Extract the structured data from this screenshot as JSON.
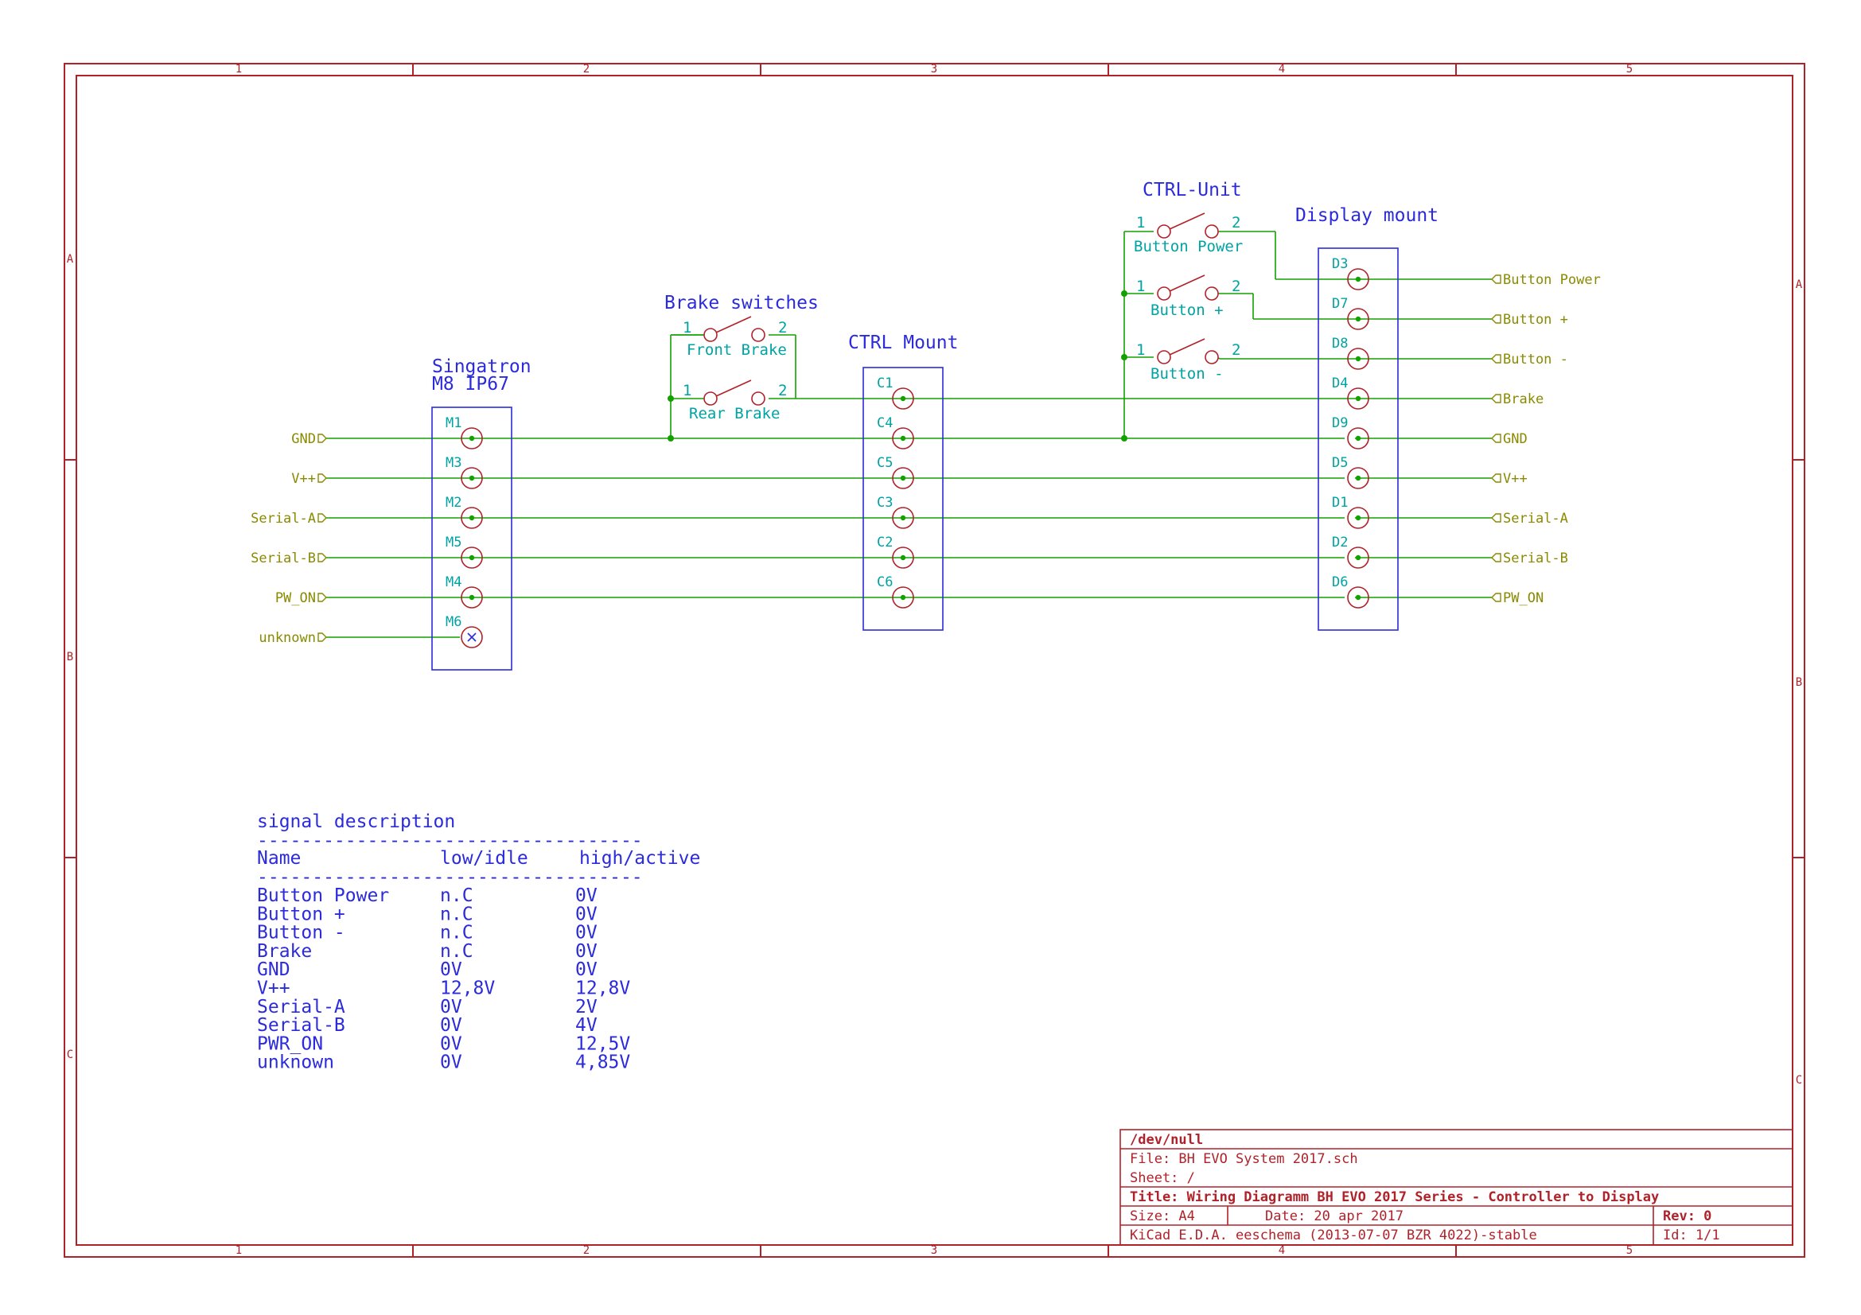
{
  "zones": {
    "columns": [
      "1",
      "2",
      "3",
      "4",
      "5"
    ],
    "rows": [
      "A",
      "B",
      "C"
    ]
  },
  "connectors": {
    "singatron": {
      "title_line1": "Singatron",
      "title_line2": "M8 IP67",
      "pins": [
        "M1",
        "M3",
        "M2",
        "M5",
        "M4",
        "M6"
      ]
    },
    "ctrl_mount": {
      "title": "CTRL Mount",
      "pins": [
        "C1",
        "C4",
        "C5",
        "C3",
        "C2",
        "C6"
      ]
    },
    "display_mount": {
      "title": "Display mount",
      "pins": [
        "D3",
        "D7",
        "D8",
        "D4",
        "D9",
        "D5",
        "D1",
        "D2",
        "D6"
      ]
    }
  },
  "brake_switches": {
    "title": "Brake switches",
    "front": {
      "label": "Front Brake",
      "pin1": "1",
      "pin2": "2"
    },
    "rear": {
      "label": "Rear Brake",
      "pin1": "1",
      "pin2": "2"
    }
  },
  "ctrl_unit": {
    "title": "CTRL-Unit",
    "power": {
      "label": "Button Power",
      "pin1": "1",
      "pin2": "2"
    },
    "plus": {
      "label": "Button +",
      "pin1": "1",
      "pin2": "2"
    },
    "minus": {
      "label": "Button -",
      "pin1": "1",
      "pin2": "2"
    }
  },
  "left_ports": [
    "GND",
    "V++",
    "Serial-A",
    "Serial-B",
    "PW_ON",
    "unknown"
  ],
  "right_ports": [
    "Button Power",
    "Button +",
    "Button -",
    "Brake",
    "GND",
    "V++",
    "Serial-A",
    "Serial-B",
    "PW_ON"
  ],
  "signal_table": {
    "title": "signal description",
    "separator": "-----------------------------------",
    "headers": [
      "Name",
      "low/idle",
      "high/active"
    ],
    "rows": [
      [
        "Button Power",
        "n.C",
        "0V"
      ],
      [
        "Button +",
        "n.C",
        "0V"
      ],
      [
        "Button -",
        "n.C",
        "0V"
      ],
      [
        "Brake",
        "n.C",
        "0V"
      ],
      [
        "GND",
        "0V",
        "0V"
      ],
      [
        "V++",
        "12,8V",
        "12,8V"
      ],
      [
        "Serial-A",
        "0V",
        "2V"
      ],
      [
        "Serial-B",
        "0V",
        "4V"
      ],
      [
        "PWR_ON",
        "0V",
        "12,5V"
      ],
      [
        "unknown",
        "0V",
        "4,85V"
      ]
    ]
  },
  "title_block": {
    "company": "/dev/null",
    "file": "File: BH EVO System 2017.sch",
    "sheet": "Sheet: /",
    "title": "Title: Wiring Diagramm BH EVO 2017 Series - Controller to Display",
    "size": "Size: A4",
    "date": "Date: 20 apr 2017",
    "rev": "Rev: 0",
    "tool": "KiCad E.D.A.  eeschema (2013-07-07 BZR 4022)-stable",
    "id": "Id: 1/1"
  },
  "colors": {
    "border": "#b0222a",
    "wire": "#13a100",
    "component": "#2b2bdc",
    "pin_label": "#00a3a3",
    "port": "#8a8a00"
  }
}
